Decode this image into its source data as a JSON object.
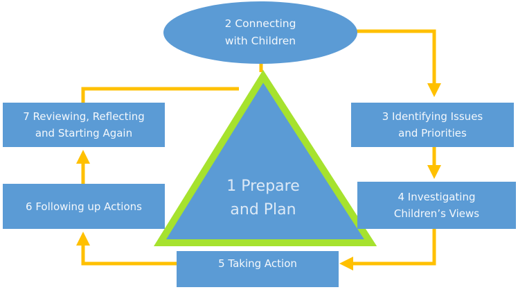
{
  "colors": {
    "node": "#5b9bd5",
    "arrow": "#ffc000",
    "triangle_border": "#a6e22e"
  },
  "center": {
    "line1": "1 Prepare",
    "line2": "and Plan"
  },
  "steps": {
    "s2": {
      "line1": "2 Connecting",
      "line2": "with Children"
    },
    "s3": {
      "line1": "3 Identifying Issues",
      "line2": "and Priorities"
    },
    "s4": {
      "line1": "4 Investigating",
      "line2": "Children’s Views"
    },
    "s5": {
      "line1": "5 Taking Action"
    },
    "s6": {
      "line1": "6 Following up Actions"
    },
    "s7": {
      "line1": "7 Reviewing, Reflecting",
      "line2": "and Starting Again"
    }
  }
}
